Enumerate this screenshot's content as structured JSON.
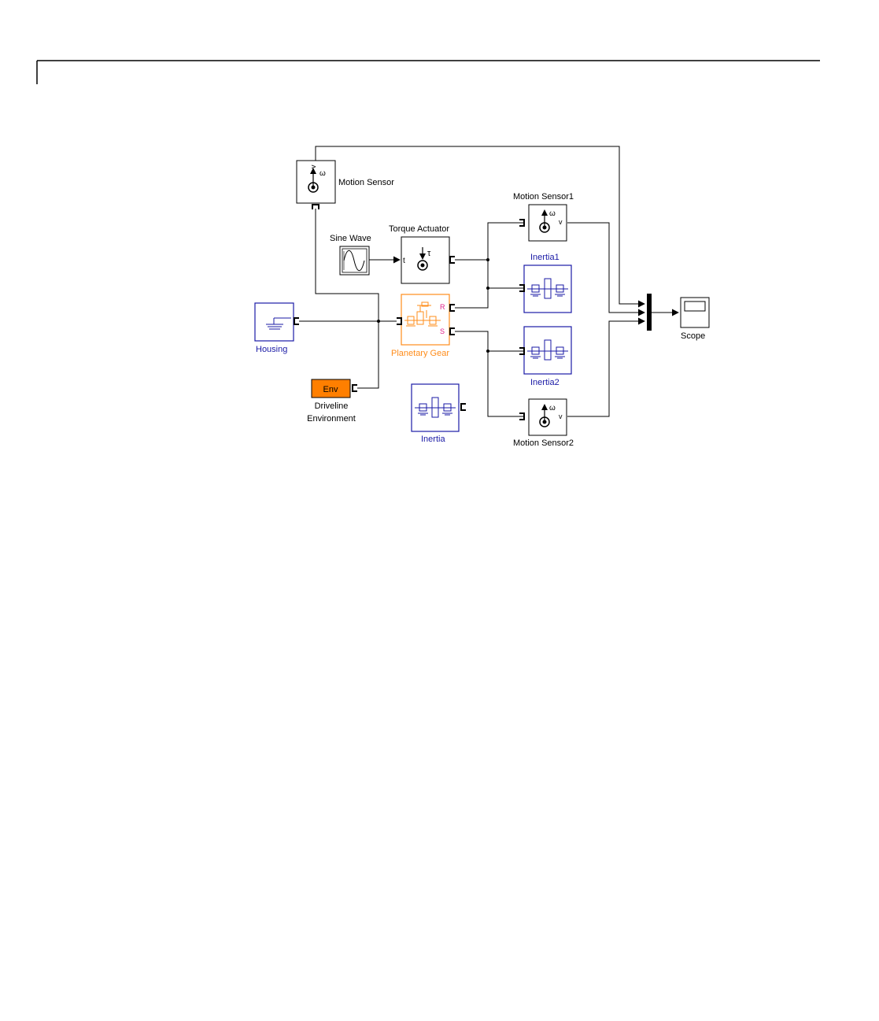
{
  "diagram": {
    "colors": {
      "line": "#000000",
      "inertia": "#1a1aa6",
      "planetary": "#ff8c1a",
      "planetary_port": "#e0218a",
      "env_fill": "#ff7f00"
    },
    "blocks": {
      "motion_sensor": {
        "label": "Motion Sensor",
        "symbol": "ω",
        "port": "v"
      },
      "motion_sensor1": {
        "label": "Motion Sensor1",
        "symbol": "ω",
        "port": "v"
      },
      "motion_sensor2": {
        "label": "Motion Sensor2",
        "symbol": "ω",
        "port": "v"
      },
      "sine_wave": {
        "label": "Sine Wave"
      },
      "torque_actuator": {
        "label": "Torque Actuator",
        "symbol": "τ",
        "port": "t"
      },
      "inertia1": {
        "label": "Inertia1"
      },
      "inertia2": {
        "label": "Inertia2"
      },
      "inertia": {
        "label": "Inertia"
      },
      "housing": {
        "label": "Housing"
      },
      "planetary_gear": {
        "label": "Planetary Gear",
        "port_r": "R",
        "port_s": "S"
      },
      "driveline_env": {
        "label_line1": "Driveline",
        "label_line2": "Environment",
        "text": "Env"
      },
      "scope": {
        "label": "Scope"
      }
    }
  }
}
